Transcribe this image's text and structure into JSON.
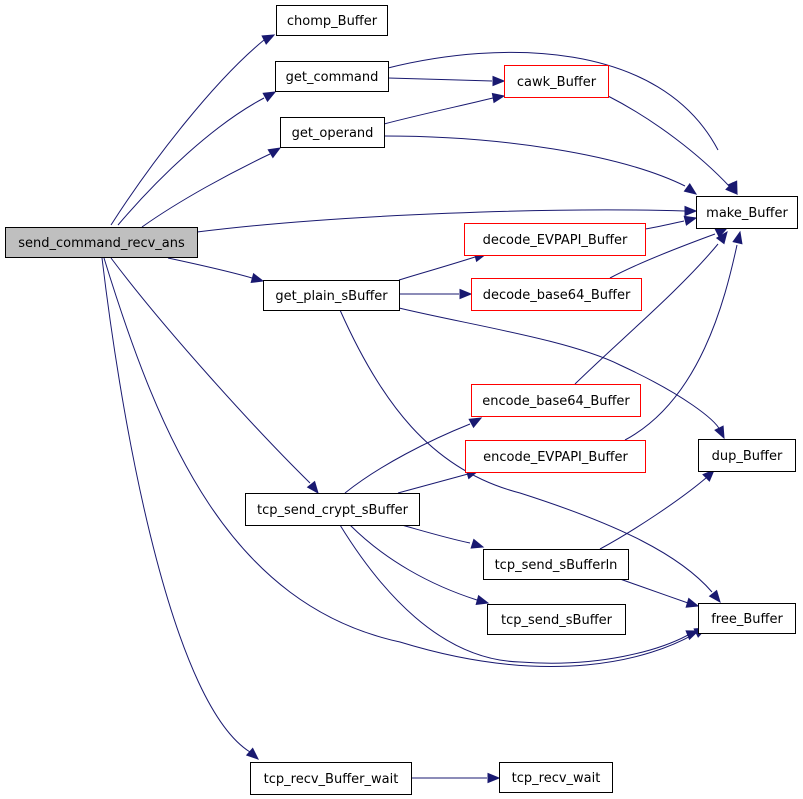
{
  "colors": {
    "edge": "#191970",
    "root_fill": "#bfbfbf",
    "node_fill": "#ffffff",
    "node_border": "#000000",
    "truncated_border": "#ff0000"
  },
  "nodes": [
    {
      "id": "send_command_recv_ans",
      "label": "send_command_recv_ans",
      "style": "root"
    },
    {
      "id": "chomp_Buffer",
      "label": "chomp_Buffer",
      "style": "normal"
    },
    {
      "id": "get_command",
      "label": "get_command",
      "style": "normal"
    },
    {
      "id": "get_operand",
      "label": "get_operand",
      "style": "normal"
    },
    {
      "id": "cawk_Buffer",
      "label": "cawk_Buffer",
      "style": "truncated"
    },
    {
      "id": "make_Buffer",
      "label": "make_Buffer",
      "style": "normal"
    },
    {
      "id": "decode_EVPAPI_Buffer",
      "label": "decode_EVPAPI_Buffer",
      "style": "truncated"
    },
    {
      "id": "get_plain_sBuffer",
      "label": "get_plain_sBuffer",
      "style": "normal"
    },
    {
      "id": "decode_base64_Buffer",
      "label": "decode_base64_Buffer",
      "style": "truncated"
    },
    {
      "id": "encode_base64_Buffer",
      "label": "encode_base64_Buffer",
      "style": "truncated"
    },
    {
      "id": "encode_EVPAPI_Buffer",
      "label": "encode_EVPAPI_Buffer",
      "style": "truncated"
    },
    {
      "id": "dup_Buffer",
      "label": "dup_Buffer",
      "style": "normal"
    },
    {
      "id": "tcp_send_crypt_sBuffer",
      "label": "tcp_send_crypt_sBuffer",
      "style": "normal"
    },
    {
      "id": "tcp_send_sBufferln",
      "label": "tcp_send_sBufferln",
      "style": "normal"
    },
    {
      "id": "tcp_send_sBuffer",
      "label": "tcp_send_sBuffer",
      "style": "normal"
    },
    {
      "id": "free_Buffer",
      "label": "free_Buffer",
      "style": "normal"
    },
    {
      "id": "tcp_recv_Buffer_wait",
      "label": "tcp_recv_Buffer_wait",
      "style": "normal"
    },
    {
      "id": "tcp_recv_wait",
      "label": "tcp_recv_wait",
      "style": "normal"
    }
  ],
  "edges": [
    {
      "from": "send_command_recv_ans",
      "to": "chomp_Buffer"
    },
    {
      "from": "send_command_recv_ans",
      "to": "get_command"
    },
    {
      "from": "send_command_recv_ans",
      "to": "get_operand"
    },
    {
      "from": "send_command_recv_ans",
      "to": "make_Buffer"
    },
    {
      "from": "send_command_recv_ans",
      "to": "get_plain_sBuffer"
    },
    {
      "from": "send_command_recv_ans",
      "to": "tcp_send_crypt_sBuffer"
    },
    {
      "from": "send_command_recv_ans",
      "to": "free_Buffer"
    },
    {
      "from": "send_command_recv_ans",
      "to": "tcp_recv_Buffer_wait"
    },
    {
      "from": "get_command",
      "to": "cawk_Buffer"
    },
    {
      "from": "get_command",
      "to": "make_Buffer"
    },
    {
      "from": "get_operand",
      "to": "cawk_Buffer"
    },
    {
      "from": "get_operand",
      "to": "make_Buffer"
    },
    {
      "from": "cawk_Buffer",
      "to": "make_Buffer"
    },
    {
      "from": "get_plain_sBuffer",
      "to": "decode_EVPAPI_Buffer"
    },
    {
      "from": "get_plain_sBuffer",
      "to": "decode_base64_Buffer"
    },
    {
      "from": "get_plain_sBuffer",
      "to": "dup_Buffer"
    },
    {
      "from": "get_plain_sBuffer",
      "to": "free_Buffer"
    },
    {
      "from": "decode_EVPAPI_Buffer",
      "to": "make_Buffer"
    },
    {
      "from": "decode_base64_Buffer",
      "to": "make_Buffer"
    },
    {
      "from": "encode_base64_Buffer",
      "to": "make_Buffer"
    },
    {
      "from": "encode_EVPAPI_Buffer",
      "to": "make_Buffer"
    },
    {
      "from": "tcp_send_crypt_sBuffer",
      "to": "encode_base64_Buffer"
    },
    {
      "from": "tcp_send_crypt_sBuffer",
      "to": "encode_EVPAPI_Buffer"
    },
    {
      "from": "tcp_send_crypt_sBuffer",
      "to": "tcp_send_sBufferln"
    },
    {
      "from": "tcp_send_crypt_sBuffer",
      "to": "tcp_send_sBuffer"
    },
    {
      "from": "tcp_send_crypt_sBuffer",
      "to": "free_Buffer"
    },
    {
      "from": "tcp_send_sBufferln",
      "to": "dup_Buffer"
    },
    {
      "from": "tcp_send_sBufferln",
      "to": "free_Buffer"
    },
    {
      "from": "tcp_recv_Buffer_wait",
      "to": "tcp_recv_wait"
    }
  ]
}
